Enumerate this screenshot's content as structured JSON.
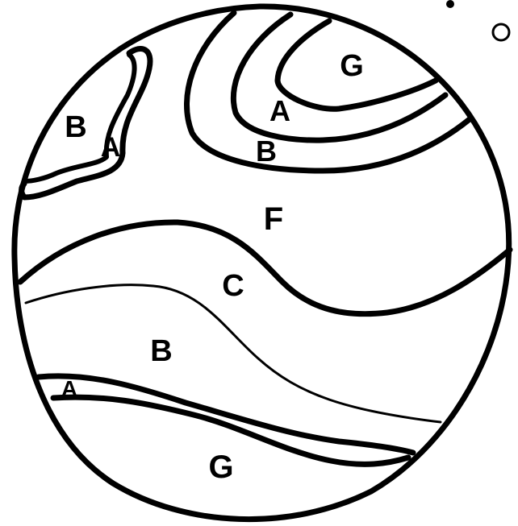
{
  "regions": [
    {
      "id": "g-top",
      "label": "G"
    },
    {
      "id": "a-top",
      "label": "A"
    },
    {
      "id": "b-top",
      "label": "B"
    },
    {
      "id": "b-left",
      "label": "B"
    },
    {
      "id": "a-left",
      "label": "A"
    },
    {
      "id": "f-middle",
      "label": "F"
    },
    {
      "id": "c-band",
      "label": "C"
    },
    {
      "id": "b-band",
      "label": "B"
    },
    {
      "id": "a-band",
      "label": "A"
    },
    {
      "id": "g-bottom",
      "label": "G"
    }
  ],
  "colors": {
    "line": "#000000",
    "background": "#ffffff"
  }
}
